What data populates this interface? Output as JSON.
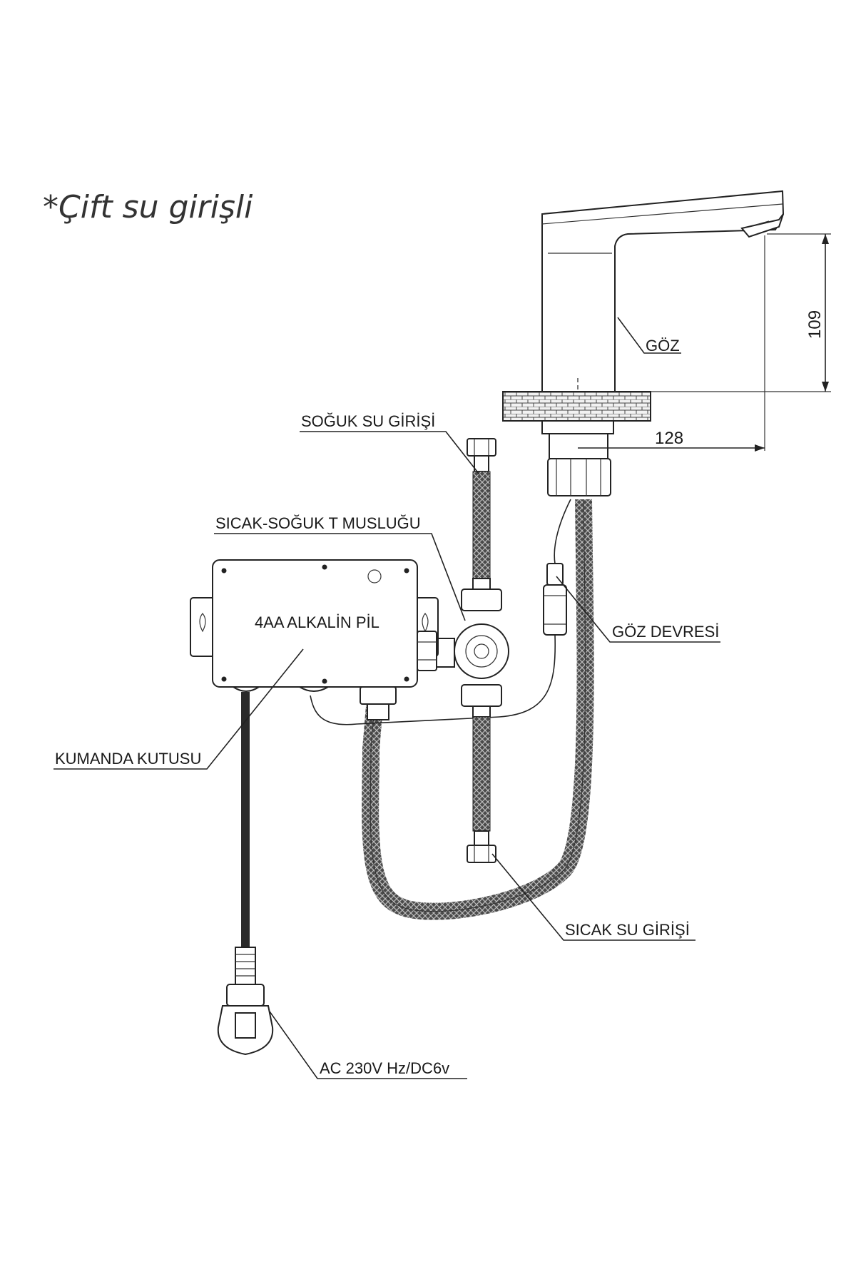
{
  "title": "*Çift su girişli",
  "labels": {
    "goz": "GÖZ",
    "soguk_su_girisi": "SOĞUK SU GİRİŞİ",
    "sicak_soguk_t_muslugu": "SICAK-SOĞUK T MUSLUĞU",
    "pil": "4AA ALKALİN PİL",
    "goz_devresi": "GÖZ DEVRESİ",
    "kumanda_kutusu": "KUMANDA KUTUSU",
    "sicak_su_girisi": "SICAK SU GİRİŞİ",
    "power": "AC 230V Hz/DC6v"
  },
  "dimensions": {
    "height": "109",
    "reach": "128"
  },
  "colors": {
    "line": "#222222",
    "hose": "#3a3a3a",
    "countertop": "#555555"
  },
  "icons": [
    "faucet-icon",
    "control-box-icon",
    "t-valve-icon",
    "plug-icon",
    "braided-hose-icon"
  ]
}
